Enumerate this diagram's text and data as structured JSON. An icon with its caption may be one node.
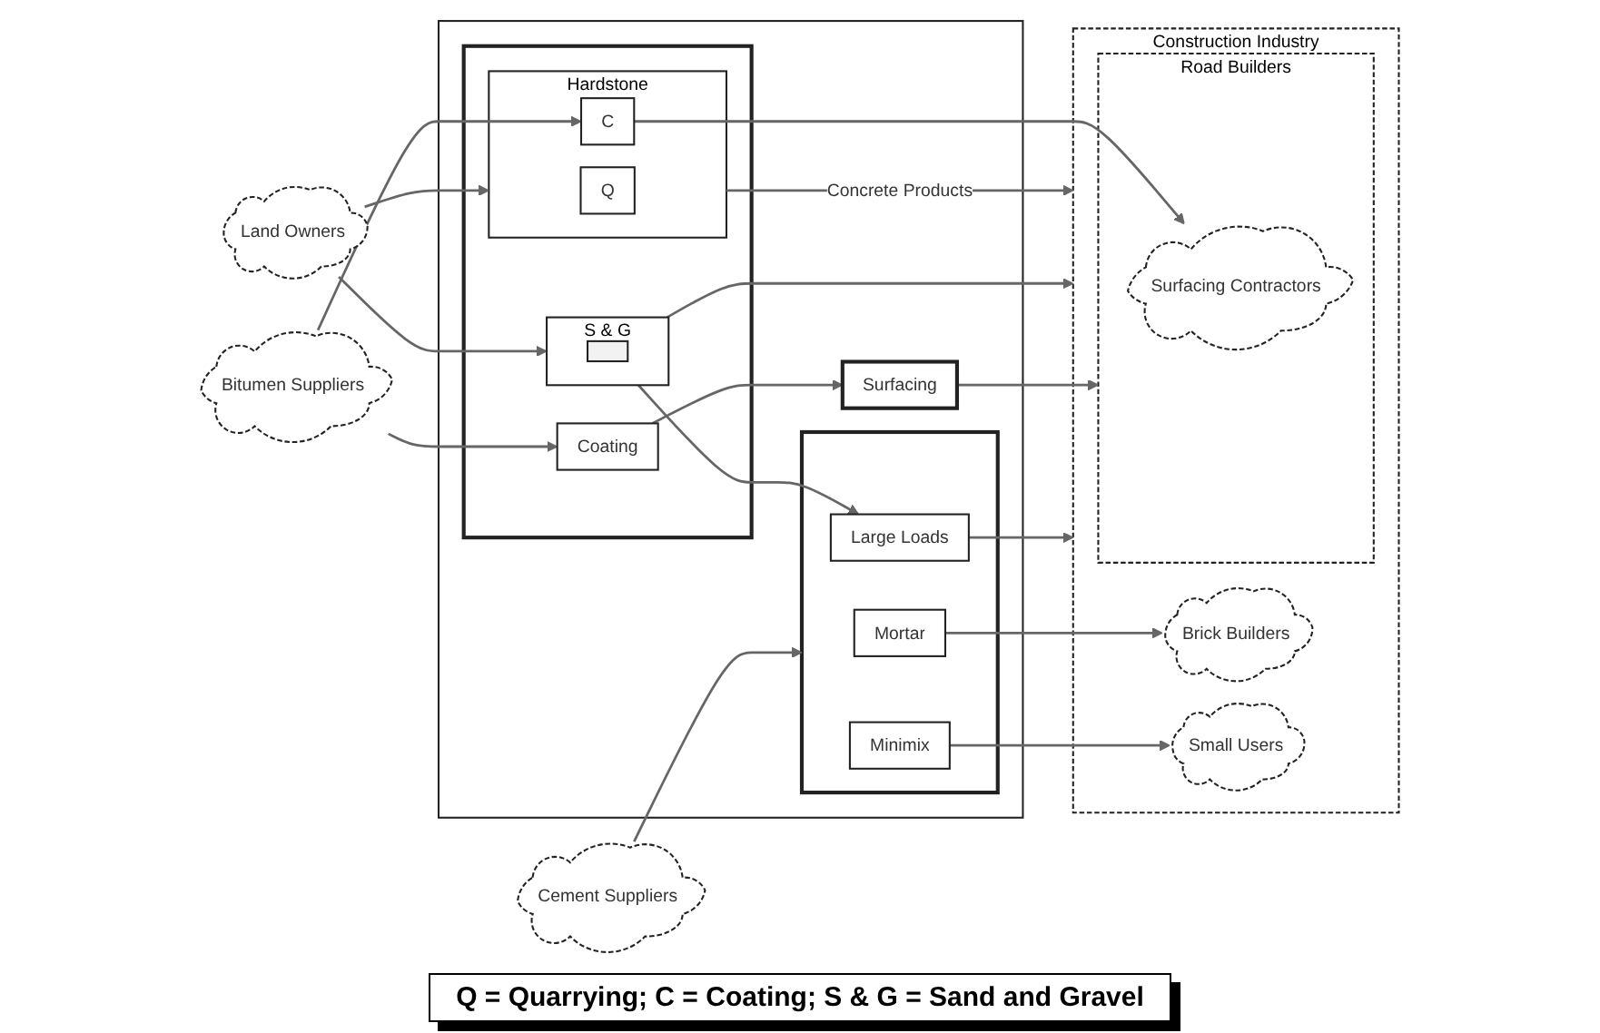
{
  "diagram": {
    "nodes": [
      {
        "text": [
          "Land Owners"
        ]
      },
      {
        "text": [
          "Bitumen Suppliers"
        ]
      },
      {
        "text": [
          "Cement Suppliers"
        ]
      },
      {
        "text": [],
        "shape": "box"
      },
      {
        "text": [],
        "shape": "box",
        "in": 3
      },
      {
        "text": [
          "Hardstone"
        ],
        "in": 4
      },
      {
        "text": [
          "Q"
        ],
        "in": 5
      },
      {
        "text": [
          "C"
        ],
        "in": 5
      },
      {
        "text": [
          "Coating"
        ],
        "in": 4
      },
      {
        "text": [
          "S & G"
        ],
        "in": 4
      },
      {
        "text": [],
        "shape": "bar",
        "in": 9
      },
      {
        "text": [
          "Surfacing"
        ],
        "in": 3
      },
      {
        "text": [],
        "shape": "box",
        "in": 3
      },
      {
        "text": [
          "Large Loads"
        ],
        "in": 12
      },
      {
        "text": [
          "Mortar"
        ],
        "in": 12
      },
      {
        "text": [
          "Minimix"
        ],
        "in": 12
      },
      {
        "text": [
          "Construction Industry"
        ]
      },
      {
        "text": [
          "Road Builders"
        ],
        "in": 16
      },
      {
        "text": [
          "Surfacing Contractors"
        ],
        "in": 17
      },
      {
        "text": [
          "Brick Builders"
        ],
        "in": 16
      },
      {
        "text": [
          "Small Users"
        ],
        "in": 16
      }
    ],
    "edges": [
      {
        "from": 0,
        "to": 5,
        "arrow": "to"
      },
      {
        "from": 0,
        "to": 9,
        "arrow": "to"
      },
      {
        "from": 1,
        "to": 7,
        "arrow": "to"
      },
      {
        "from": 1,
        "to": 8,
        "arrow": "to"
      },
      {
        "from": 7,
        "to": 18,
        "arrow": "to"
      },
      {
        "from": 8,
        "to": 11,
        "arrow": "to"
      },
      {
        "from": 5,
        "to": 16,
        "arrow": "to",
        "label": "Concrete Products"
      },
      {
        "from": 9,
        "to": 16,
        "arrow": "to"
      },
      {
        "from": 11,
        "to": 17,
        "arrow": "to"
      },
      {
        "from": 9,
        "to": 13,
        "arrow": "to"
      },
      {
        "from": 2,
        "to": 12,
        "arrow": "to"
      },
      {
        "from": 13,
        "to": 16,
        "arrow": "to"
      },
      {
        "from": 14,
        "to": 19,
        "arrow": "to"
      },
      {
        "from": 15,
        "to": 20,
        "arrow": "to"
      }
    ],
    "labels": [
      "Q = Quarrying; C = Coating; S & G = Sand and Gravel"
    ]
  }
}
